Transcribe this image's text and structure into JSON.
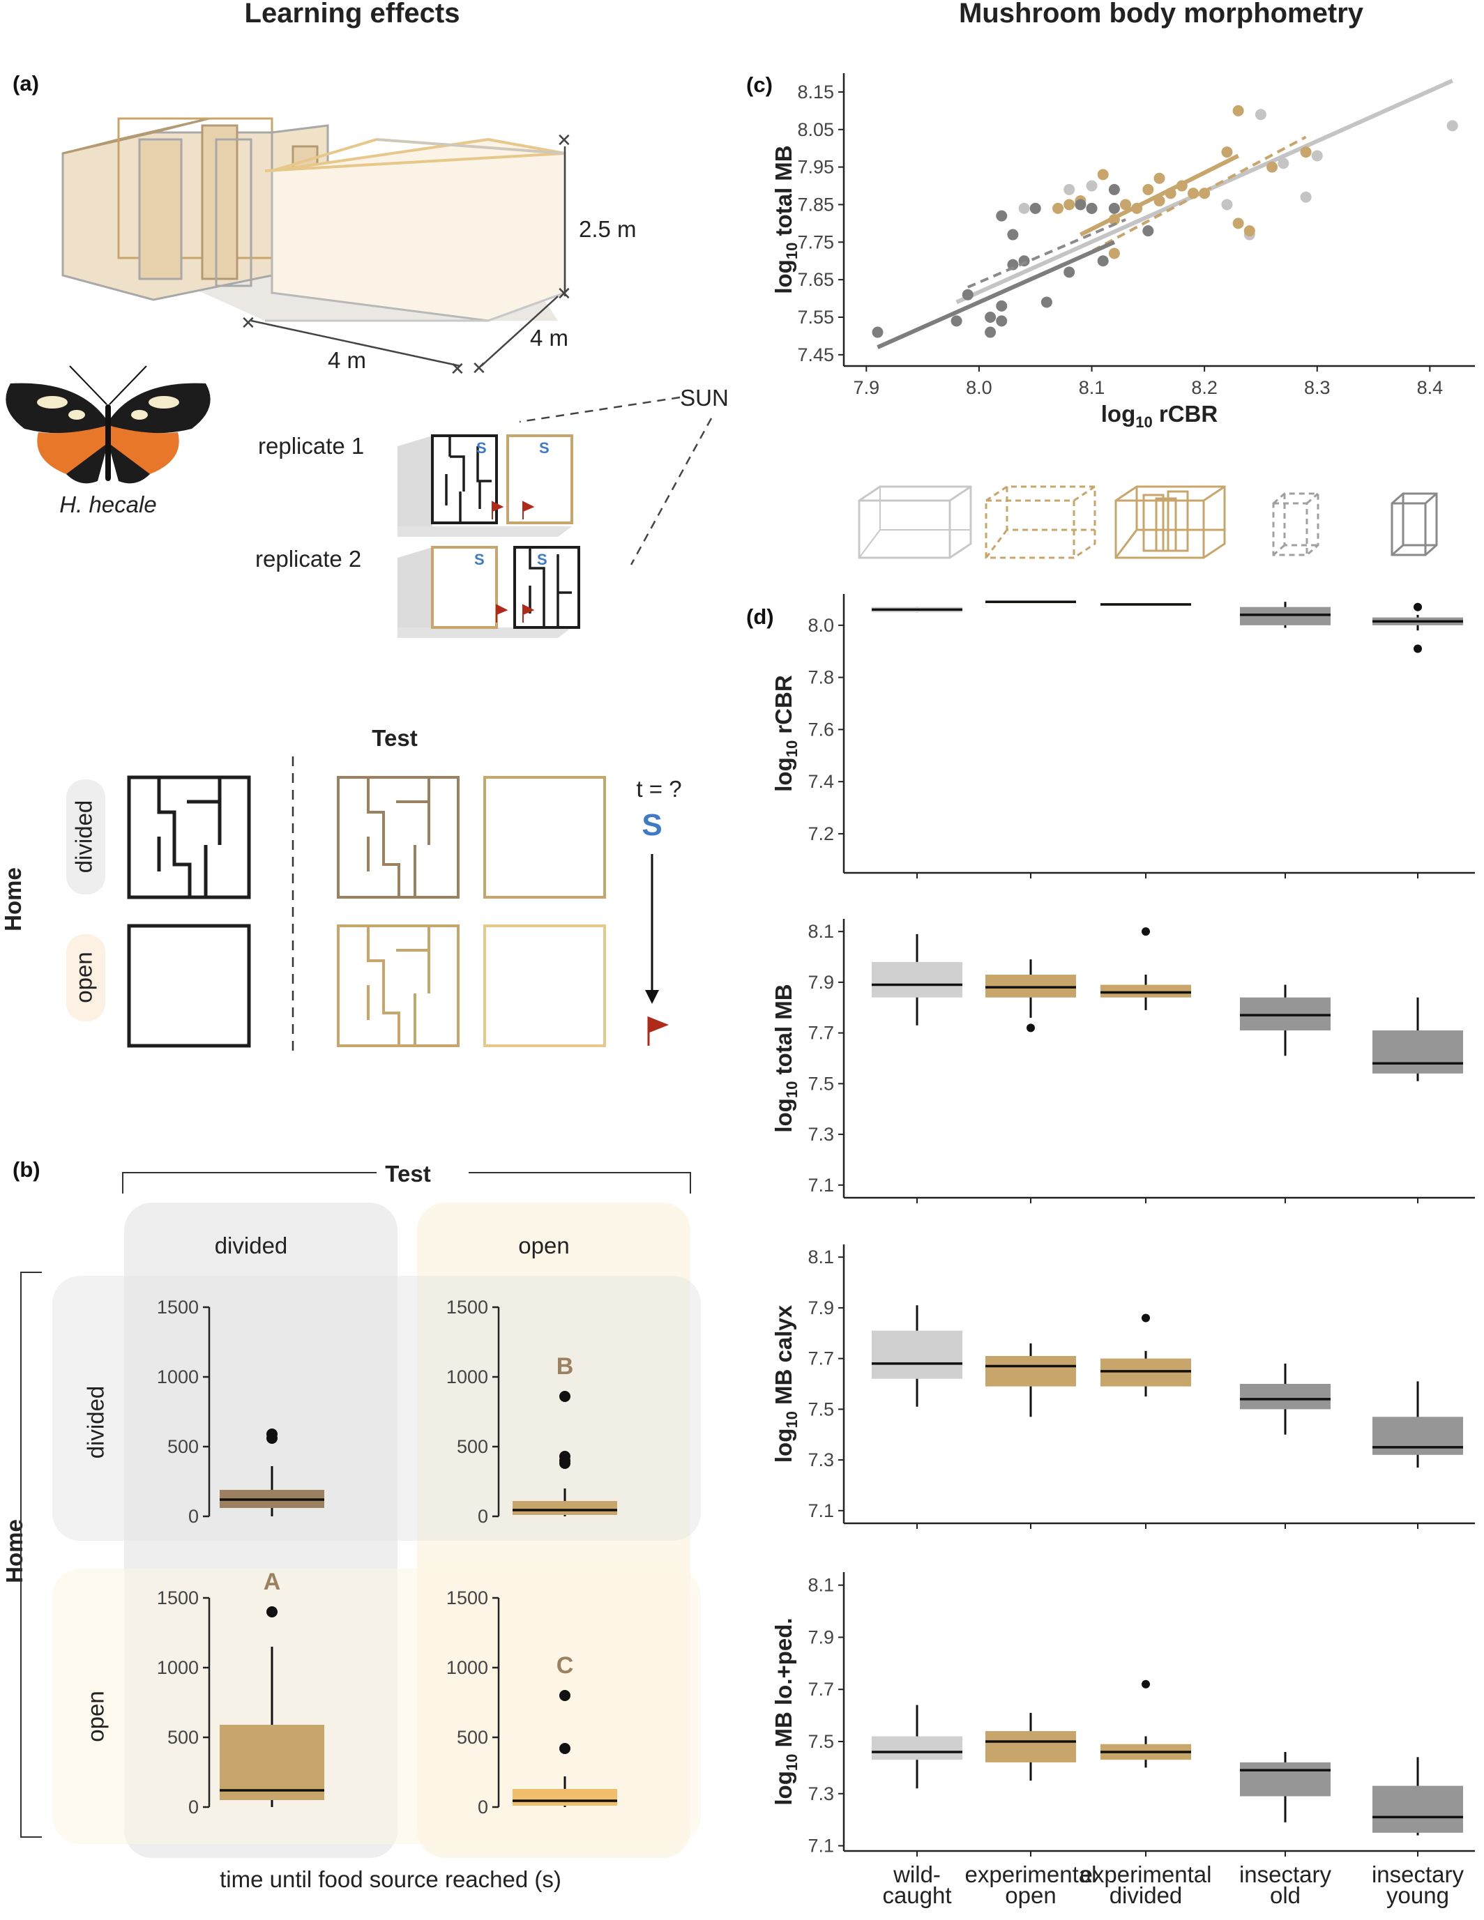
{
  "headings": {
    "left": "Learning effects",
    "right": "Mushroom body morphometry"
  },
  "panel_a": {
    "label": "(a)",
    "dim_height": "2.5 m",
    "dim_width": "4 m",
    "dim_depth": "4 m",
    "species": "H. hecale",
    "sun": "SUN",
    "replicate1": "replicate 1",
    "replicate2": "replicate 2",
    "start_mark": "S",
    "test_label": "Test",
    "home_label": "Home",
    "divided": "divided",
    "open": "open",
    "t_label": "t = ?",
    "colors": {
      "gold": "#c8a56a",
      "light_gold": "#e8c78a",
      "dark_gold": "#9c8160",
      "blue": "#3e7bc4",
      "flag": "#b02a1a"
    }
  },
  "panel_b": {
    "label": "(b)",
    "test_label": "Test",
    "home_label": "Home",
    "col_divided": "divided",
    "col_open": "open",
    "row_divided": "divided",
    "row_open": "open",
    "xlabel": "time until food source reached (s)"
  },
  "panel_c": {
    "label": "(c)"
  },
  "panel_d": {
    "label": "(d)"
  },
  "chart_data": [
    {
      "type": "boxplot",
      "id": "learning",
      "ylim": [
        0,
        1500
      ],
      "yticks": [
        0,
        500,
        1000,
        1500
      ],
      "xlabel": "time until food source reached (s)",
      "group_labels": {
        "home": "Home",
        "test": "Test"
      },
      "cells": [
        {
          "home": "divided",
          "test": "divided",
          "letter": "",
          "color": "#9c8160",
          "q1": 60,
          "median": 120,
          "q3": 190,
          "whisker_low": 0,
          "whisker_high": 360,
          "outliers": [
            560,
            590
          ]
        },
        {
          "home": "divided",
          "test": "open",
          "letter": "B",
          "color": "#c8a56a",
          "q1": 10,
          "median": 45,
          "q3": 110,
          "whisker_low": 0,
          "whisker_high": 200,
          "outliers": [
            380,
            400,
            430,
            860
          ]
        },
        {
          "home": "open",
          "test": "divided",
          "letter": "A",
          "color": "#c8a56a",
          "q1": 50,
          "median": 120,
          "q3": 590,
          "whisker_low": 0,
          "whisker_high": 1150,
          "outliers": [
            1400
          ]
        },
        {
          "home": "open",
          "test": "open",
          "letter": "C",
          "color": "#f1be6e",
          "q1": 10,
          "median": 45,
          "q3": 130,
          "whisker_low": 0,
          "whisker_high": 220,
          "outliers": [
            420,
            800
          ]
        }
      ]
    },
    {
      "type": "scatter",
      "id": "panel_c",
      "xlabel": "log10 rCBR",
      "ylabel": "log10 total MB",
      "xlim": [
        7.88,
        8.44
      ],
      "ylim": [
        7.42,
        8.2
      ],
      "xticks": [
        7.9,
        8.0,
        8.1,
        8.2,
        8.3,
        8.4
      ],
      "yticks": [
        7.45,
        7.55,
        7.65,
        7.75,
        7.85,
        7.95,
        8.05,
        8.15
      ],
      "series": [
        {
          "color": "#c4c4c4",
          "points": [
            [
              8.04,
              7.84
            ],
            [
              8.08,
              7.89
            ],
            [
              8.1,
              7.9
            ],
            [
              8.22,
              7.85
            ],
            [
              8.24,
              7.77
            ],
            [
              8.25,
              8.09
            ],
            [
              8.27,
              7.96
            ],
            [
              8.29,
              7.87
            ],
            [
              8.3,
              7.98
            ],
            [
              8.42,
              8.06
            ]
          ],
          "fit": [
            [
              7.98,
              7.59
            ],
            [
              8.42,
              8.18
            ]
          ],
          "dash": false
        },
        {
          "color": "#c8a56a",
          "points": [
            [
              8.07,
              7.84
            ],
            [
              8.08,
              7.85
            ],
            [
              8.09,
              7.86
            ],
            [
              8.11,
              7.93
            ],
            [
              8.12,
              7.81
            ],
            [
              8.13,
              7.85
            ],
            [
              8.14,
              7.84
            ],
            [
              8.15,
              7.89
            ],
            [
              8.16,
              7.92
            ],
            [
              8.16,
              7.86
            ],
            [
              8.17,
              7.88
            ],
            [
              8.18,
              7.9
            ],
            [
              8.19,
              7.88
            ],
            [
              8.2,
              7.88
            ],
            [
              8.22,
              7.99
            ],
            [
              8.23,
              8.1
            ],
            [
              8.23,
              7.8
            ],
            [
              8.24,
              7.78
            ],
            [
              8.26,
              7.95
            ],
            [
              8.29,
              7.99
            ],
            [
              8.12,
              7.72
            ],
            [
              8.1,
              7.84
            ]
          ],
          "fit": [
            [
              8.09,
              7.77
            ],
            [
              8.23,
              7.98
            ]
          ],
          "dash": false
        },
        {
          "color": "#c8a56a",
          "points": [],
          "fit": [
            [
              8.09,
              7.71
            ],
            [
              8.29,
              8.03
            ]
          ],
          "dash": true
        },
        {
          "color": "#7d7d7d",
          "points": [
            [
              7.91,
              7.51
            ],
            [
              7.98,
              7.54
            ],
            [
              7.99,
              7.61
            ],
            [
              8.01,
              7.51
            ],
            [
              8.01,
              7.55
            ],
            [
              8.02,
              7.54
            ],
            [
              8.02,
              7.58
            ],
            [
              8.02,
              7.82
            ],
            [
              8.03,
              7.77
            ],
            [
              8.03,
              7.69
            ],
            [
              8.04,
              7.7
            ],
            [
              8.05,
              7.84
            ],
            [
              8.06,
              7.59
            ],
            [
              8.08,
              7.67
            ],
            [
              8.09,
              7.85
            ],
            [
              8.1,
              7.84
            ],
            [
              8.11,
              7.7
            ],
            [
              8.12,
              7.89
            ],
            [
              8.12,
              7.84
            ],
            [
              8.15,
              7.78
            ]
          ],
          "fit": [
            [
              7.91,
              7.47
            ],
            [
              8.12,
              7.75
            ]
          ],
          "dash": false
        },
        {
          "color": "#8a8a8a",
          "points": [],
          "fit": [
            [
              7.99,
              7.63
            ],
            [
              8.13,
              7.81
            ]
          ],
          "dash": true
        }
      ]
    },
    {
      "type": "boxplot",
      "id": "panel_d",
      "categories": [
        "wild-caught",
        "experimental open",
        "experimental divided",
        "insectary old",
        "insectary young"
      ],
      "colors": [
        "#d0d0d0",
        "#c8a56a",
        "#c8a56a",
        "#969696",
        "#969696"
      ],
      "panels": [
        {
          "ylabel": "log10 rCBR",
          "ylim": [
            7.05,
            8.12
          ],
          "yticks": [
            7.2,
            7.4,
            7.6,
            7.8,
            8.0
          ],
          "boxes": [
            {
              "q1": 8.05,
              "median": 8.06,
              "q3": 8.07,
              "low": 8.05,
              "high": 8.07,
              "outliers": []
            },
            {
              "q1": 8.09,
              "median": 8.09,
              "q3": 8.09,
              "low": 8.09,
              "high": 8.09,
              "outliers": []
            },
            {
              "q1": 8.08,
              "median": 8.08,
              "q3": 8.085,
              "low": 8.08,
              "high": 8.085,
              "outliers": []
            },
            {
              "q1": 8.0,
              "median": 8.04,
              "q3": 8.07,
              "low": 7.99,
              "high": 8.09,
              "outliers": []
            },
            {
              "q1": 8.0,
              "median": 8.015,
              "q3": 8.03,
              "low": 7.98,
              "high": 8.04,
              "outliers": [
                7.91,
                8.07
              ]
            }
          ]
        },
        {
          "ylabel": "log10 total MB",
          "ylim": [
            7.05,
            8.15
          ],
          "yticks": [
            7.1,
            7.3,
            7.5,
            7.7,
            7.9,
            8.1
          ],
          "boxes": [
            {
              "q1": 7.84,
              "median": 7.89,
              "q3": 7.98,
              "low": 7.73,
              "high": 8.09,
              "outliers": []
            },
            {
              "q1": 7.84,
              "median": 7.88,
              "q3": 7.93,
              "low": 7.76,
              "high": 7.99,
              "outliers": [
                7.72
              ]
            },
            {
              "q1": 7.84,
              "median": 7.86,
              "q3": 7.89,
              "low": 7.79,
              "high": 7.93,
              "outliers": [
                8.1
              ]
            },
            {
              "q1": 7.71,
              "median": 7.77,
              "q3": 7.84,
              "low": 7.61,
              "high": 7.89,
              "outliers": []
            },
            {
              "q1": 7.54,
              "median": 7.58,
              "q3": 7.71,
              "low": 7.51,
              "high": 7.84,
              "outliers": []
            }
          ]
        },
        {
          "ylabel": "log10 MB calyx",
          "ylim": [
            7.05,
            8.15
          ],
          "yticks": [
            7.1,
            7.3,
            7.5,
            7.7,
            7.9,
            8.1
          ],
          "boxes": [
            {
              "q1": 7.62,
              "median": 7.68,
              "q3": 7.81,
              "low": 7.51,
              "high": 7.91,
              "outliers": []
            },
            {
              "q1": 7.59,
              "median": 7.67,
              "q3": 7.71,
              "low": 7.47,
              "high": 7.76,
              "outliers": []
            },
            {
              "q1": 7.59,
              "median": 7.65,
              "q3": 7.7,
              "low": 7.55,
              "high": 7.73,
              "outliers": [
                7.86
              ]
            },
            {
              "q1": 7.5,
              "median": 7.54,
              "q3": 7.6,
              "low": 7.4,
              "high": 7.68,
              "outliers": []
            },
            {
              "q1": 7.32,
              "median": 7.35,
              "q3": 7.47,
              "low": 7.27,
              "high": 7.61,
              "outliers": []
            }
          ]
        },
        {
          "ylabel": "log10 MB lo.+ped.",
          "ylim": [
            7.08,
            8.15
          ],
          "yticks": [
            7.1,
            7.3,
            7.5,
            7.7,
            7.9,
            8.1
          ],
          "boxes": [
            {
              "q1": 7.43,
              "median": 7.46,
              "q3": 7.52,
              "low": 7.32,
              "high": 7.64,
              "outliers": []
            },
            {
              "q1": 7.42,
              "median": 7.5,
              "q3": 7.54,
              "low": 7.35,
              "high": 7.61,
              "outliers": []
            },
            {
              "q1": 7.43,
              "median": 7.46,
              "q3": 7.49,
              "low": 7.4,
              "high": 7.52,
              "outliers": [
                7.72
              ]
            },
            {
              "q1": 7.29,
              "median": 7.39,
              "q3": 7.42,
              "low": 7.19,
              "high": 7.46,
              "outliers": []
            },
            {
              "q1": 7.15,
              "median": 7.21,
              "q3": 7.33,
              "low": 7.14,
              "high": 7.44,
              "outliers": []
            }
          ]
        }
      ]
    }
  ]
}
